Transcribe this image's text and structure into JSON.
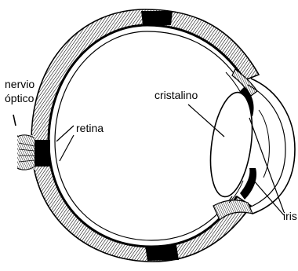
{
  "labels": {
    "optic_nerve_line1": "nervio",
    "optic_nerve_line2": "óptico",
    "retina": "retina",
    "lens": "cristalino",
    "iris": "iris"
  },
  "colors": {
    "ink": "#000000",
    "background": "#ffffff"
  }
}
